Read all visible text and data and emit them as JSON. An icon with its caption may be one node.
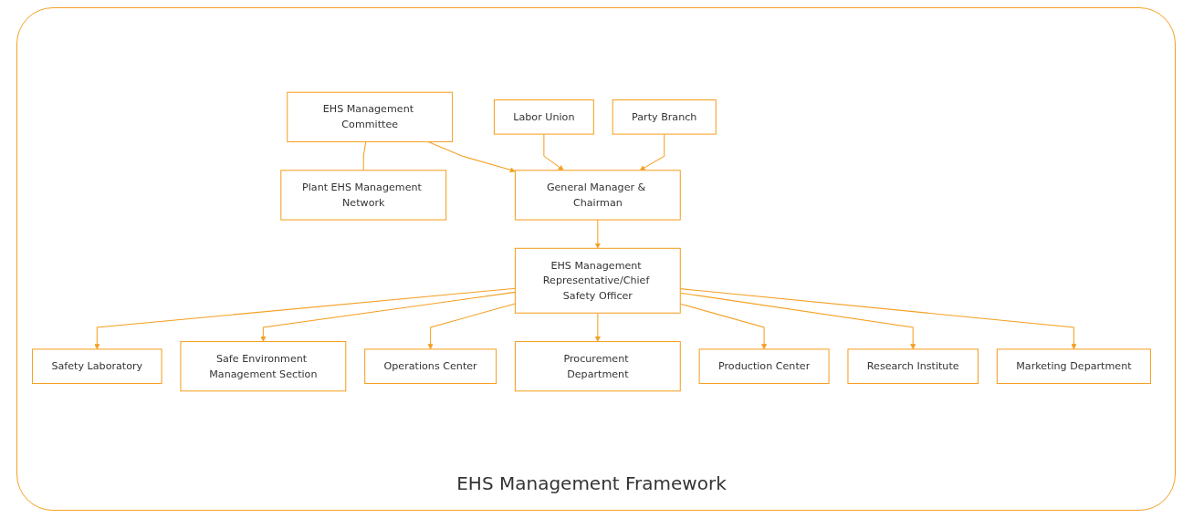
{
  "diagram": {
    "caption": "EHS Management Framework",
    "nodes": [
      {
        "text": [
          "EHS Management Committee"
        ]
      },
      {
        "text": [
          "Labor Union"
        ]
      },
      {
        "text": [
          "Party Branch"
        ]
      },
      {
        "text": [
          "Plant EHS Management Network"
        ]
      },
      {
        "text": [
          "General Manager & Chairman"
        ]
      },
      {
        "text": [
          "Safety Laboratory"
        ]
      },
      {
        "text": [
          "Safe Environment Management Section"
        ]
      },
      {
        "text": [
          "EHS Management Representative/Chief Safety Officer"
        ]
      },
      {
        "text": [
          "Operations Center"
        ]
      },
      {
        "text": [
          "Procurement Department"
        ]
      },
      {
        "text": [
          "Production Center"
        ]
      },
      {
        "text": [
          "Research Institute"
        ]
      },
      {
        "text": [
          "Marketing Department"
        ]
      }
    ],
    "edges": [
      {
        "from": 0,
        "to": 4,
        "arrow": "to"
      },
      {
        "from": 1,
        "to": 4,
        "arrow": "to"
      },
      {
        "from": 2,
        "to": 4,
        "arrow": "to"
      },
      {
        "from": 0,
        "to": 3,
        "arrow": "none"
      },
      {
        "from": 4,
        "to": 7,
        "arrow": "to"
      },
      {
        "from": 7,
        "to": 5,
        "arrow": "to"
      },
      {
        "from": 7,
        "to": 6,
        "arrow": "to"
      },
      {
        "from": 7,
        "to": 8,
        "arrow": "to"
      },
      {
        "from": 7,
        "to": 9,
        "arrow": "to"
      },
      {
        "from": 7,
        "to": 10,
        "arrow": "to"
      },
      {
        "from": 7,
        "to": 11,
        "arrow": "to"
      },
      {
        "from": 7,
        "to": 12,
        "arrow": "to"
      }
    ]
  }
}
